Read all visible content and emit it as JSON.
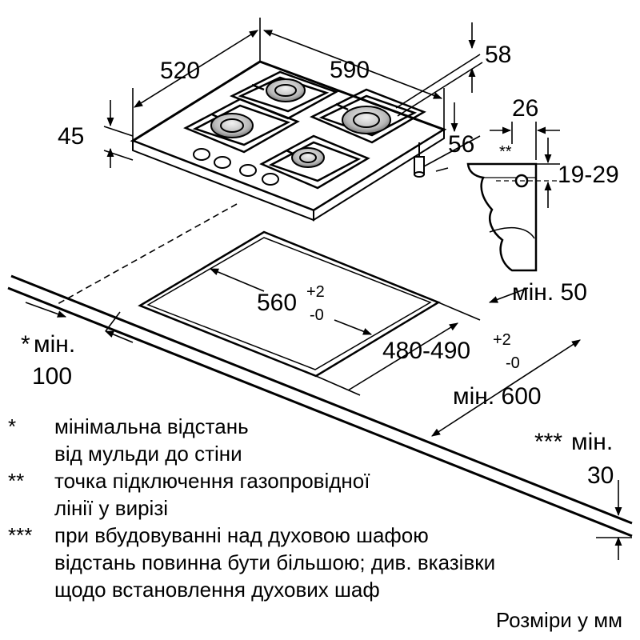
{
  "hob": {
    "width_label": "590",
    "depth_label": "520",
    "height_label": "45",
    "rear_offset_label": "58",
    "connector_offset_label": "56"
  },
  "bracket": {
    "width_label": "26",
    "marker_label": "**",
    "range_label": "19-29"
  },
  "cutout": {
    "width_base": "560",
    "width_tol_plus": "+2",
    "width_tol_minus": "-0",
    "depth_base": "480-490",
    "depth_tol_plus": "+2",
    "depth_tol_minus": "-0"
  },
  "clearances": {
    "rear_label": "мін. 50",
    "depth_label": "мін. 600",
    "side_marker": "*",
    "side_label": "мін.",
    "side_value": "100",
    "bottom_marker": "***",
    "bottom_label": "мін.",
    "bottom_value": "30"
  },
  "legend": [
    {
      "marker": "*",
      "lines": [
        "мінімальна відстань",
        "від мульди до стіни"
      ]
    },
    {
      "marker": "**",
      "lines": [
        "точка підключення газопровідної",
        "лінії у вирізі"
      ]
    },
    {
      "marker": "***",
      "lines": [
        "при вбудовуванні над духовою шафою",
        "відстань повинна бути більшою; див. вказівки",
        "щодо встановлення духових шаф"
      ]
    }
  ],
  "units_note": "Розміри у мм"
}
